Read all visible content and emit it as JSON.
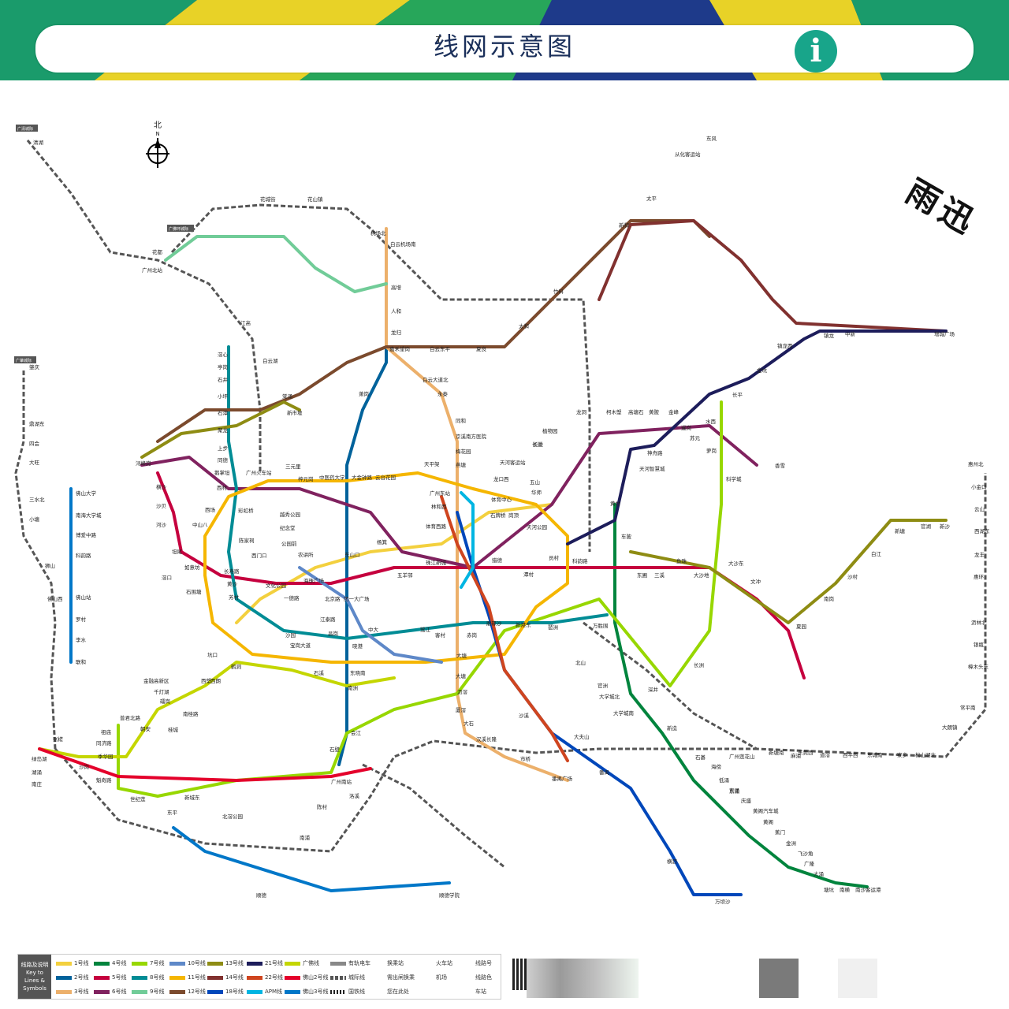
{
  "title": "线网示意图",
  "title_sub": "T",
  "info_icon": "i",
  "watermark": "雨迅",
  "compass": {
    "label": "北",
    "sub": "N"
  },
  "region_tags": [
    "广清城际",
    "广肇城际",
    "广佛环城际"
  ],
  "colors": {
    "line1": "#f3d03e",
    "line2": "#00629b",
    "line3": "#ecb06b",
    "line4": "#00843d",
    "line5": "#c5003e",
    "line6": "#80225f",
    "line7": "#97d700",
    "line8": "#008c95",
    "line9": "#71cc98",
    "line10": "#5e88c8",
    "line11": "#f5b600",
    "line12": "#7b4a2d",
    "line13": "#8e8c13",
    "line14": "#81312f",
    "line18": "#0047ba",
    "line21": "#1d1d5b",
    "line22": "#cf451f",
    "guangfo": "#c4d600",
    "apm": "#00b5e2",
    "intercity": "#555555",
    "banner_blue": "#1e3a8a",
    "banner_green": "#1a9b6b",
    "banner_yellow": "#e8d227"
  },
  "stations": {
    "s1": "清湖",
    "s2": "花都",
    "s3": "广州北站",
    "s4": "花城街",
    "s5": "花山镇",
    "s6": "机场北",
    "s7": "白云机场南",
    "s8": "高增",
    "s9": "人和",
    "s10": "龙归",
    "s11": "嘉禾望岗",
    "s12": "白云东平",
    "s13": "夏良",
    "s14": "太和",
    "s15": "竹料",
    "s16": "镇龙",
    "s17": "中新",
    "s18": "增城广场",
    "s19": "新和",
    "s20": "太平",
    "s21": "从化客运站",
    "s22": "东风",
    "s23": "江高",
    "s24": "白云湖",
    "s25": "广州火车站",
    "s26": "三元里",
    "s27": "梓元岗",
    "s28": "中医药大学",
    "s29": "大金钟路",
    "s30": "云台花园",
    "s31": "天平架",
    "s32": "燕塘",
    "s33": "龙口西",
    "s34": "植物园",
    "s35": "长湴",
    "s36": "天河客运站",
    "s37": "五山",
    "s38": "华师",
    "s39": "体育中心",
    "s40": "石牌桥",
    "s41": "岗顶",
    "s42": "广州东站",
    "s43": "林和西",
    "s44": "天河公园",
    "s45": "科韵路",
    "s46": "员村",
    "s47": "潭村",
    "s48": "猎德",
    "s49": "珠江新城",
    "s50": "体育西路",
    "s51": "杨箕",
    "s52": "五羊邨",
    "s53": "东山口",
    "s54": "农讲所",
    "s55": "公园前",
    "s56": "西门口",
    "s57": "陈家祠",
    "s58": "长寿路",
    "s59": "黄沙",
    "s60": "芳村",
    "s61": "坑口",
    "s62": "西朗",
    "s63": "鹤洞",
    "s64": "沙园",
    "s65": "宝岗大道",
    "s66": "昌岗",
    "s67": "客村",
    "s68": "赤岗",
    "s69": "磨碟沙",
    "s70": "新港东",
    "s71": "琶洲",
    "s72": "万胜围",
    "s73": "黄村",
    "s74": "车陂",
    "s75": "东圃",
    "s76": "三溪",
    "s77": "鱼珠",
    "s78": "大沙地",
    "s79": "大沙东",
    "s80": "文冲",
    "s81": "夏园",
    "s82": "南岗",
    "s83": "沙村",
    "s84": "白江",
    "s85": "新塘",
    "s86": "官湖",
    "s87": "新沙",
    "s88": "苏元",
    "s89": "水西",
    "s90": "萝岗",
    "s91": "香雪",
    "s92": "长平",
    "s93": "金坑",
    "s94": "镇龙西",
    "s95": "科学城",
    "s96": "天河智慧城",
    "s97": "神舟路",
    "s98": "龙洞",
    "s99": "柯木塱",
    "s100": "高塘石",
    "s101": "黄陂",
    "s102": "金峰",
    "s103": "暹岗",
    "s104": "长湴",
    "s105": "大学城南",
    "s106": "大学城北",
    "s107": "官洲",
    "s108": "北山",
    "s109": "长洲",
    "s110": "深井",
    "s111": "新造",
    "s112": "石碁",
    "s113": "海傍",
    "s114": "低涌",
    "s115": "东涌",
    "s116": "庆盛",
    "s117": "黄阁汽车城",
    "s118": "黄阁",
    "s119": "蕉门",
    "s120": "金洲",
    "s121": "飞沙角",
    "s122": "广隆",
    "s123": "大涌",
    "s124": "塘坑",
    "s125": "南横",
    "s126": "南沙客运港",
    "s127": "市桥",
    "s128": "番禺广场",
    "s129": "汉溪长隆",
    "s130": "大石",
    "s131": "厦滘",
    "s132": "沥滘",
    "s133": "大塘",
    "s134": "会江",
    "s135": "石壁",
    "s136": "广州南站",
    "s137": "陈村",
    "s138": "北滘公园",
    "s139": "顺德学院",
    "s140": "顺德",
    "s141": "万顷沙",
    "s142": "横沥",
    "s143": "广州莲花山",
    "s144": "东涌",
    "s145": "沙溪",
    "s146": "新城东",
    "s147": "东平",
    "s148": "世纪莲",
    "s149": "魁奇路",
    "s150": "沙岗",
    "s151": "佛山西",
    "s152": "西塱",
    "s153": "金融高新区",
    "s154": "千灯湖",
    "s155": "礌岗",
    "s156": "桂城",
    "s157": "南桂路",
    "s158": "祖庙",
    "s159": "同济路",
    "s160": "季华园",
    "s161": "普君北路",
    "s162": "朝安",
    "s163": "佛山大学",
    "s164": "南海大学城",
    "s165": "博爱中路",
    "s166": "科韵路",
    "s167": "佛山站",
    "s168": "罗村",
    "s169": "李水",
    "s170": "联和",
    "s171": "肇庆",
    "s172": "鼎湖东",
    "s173": "四会",
    "s174": "大旺",
    "s175": "三水北",
    "s176": "狮山",
    "s177": "小塘",
    "s178": "张槎",
    "s179": "绿岛湖",
    "s180": "湖涌",
    "s181": "南庄",
    "s182": "番禺",
    "s183": "大夫山",
    "s184": "新塘南",
    "s185": "东莞西",
    "s186": "麻涌",
    "s187": "道滘",
    "s188": "西平西",
    "s189": "东城南",
    "s190": "寮步",
    "s191": "松山湖北",
    "s192": "大朗镇",
    "s193": "常平南",
    "s194": "樟木头东",
    "s195": "银瓶",
    "s196": "沥林北",
    "s197": "惠环",
    "s198": "龙丰",
    "s199": "西湖东",
    "s200": "云山",
    "s201": "小金口",
    "s202": "惠州北",
    "s203": "洛溪",
    "s204": "南浦",
    "s205": "石溪",
    "s206": "南洲",
    "s207": "东晓南",
    "s208": "江泰路",
    "s209": "晓港",
    "s210": "中大",
    "s211": "鹭江",
    "s212": "大塘",
    "s213": "北京路",
    "s214": "团一大广场",
    "s215": "海珠广场",
    "s216": "文化公园",
    "s217": "一德路",
    "s218": "越秀公园",
    "s219": "纪念堂",
    "s220": "中山八",
    "s221": "西场",
    "s222": "彩虹桥",
    "s223": "如意坊",
    "s224": "石围塘",
    "s225": "坦尾",
    "s226": "滘口",
    "s227": "河沙",
    "s228": "沙贝",
    "s229": "横沙",
    "s230": "浔峰岗",
    "s231": "西村",
    "s232": "鹅掌坦",
    "s233": "同德",
    "s234": "上步",
    "s235": "聚龙",
    "s236": "石潭",
    "s237": "小坪",
    "s238": "石井",
    "s239": "亭岗",
    "s240": "滘心",
    "s241": "棠涌",
    "s242": "新市墟",
    "s243": "萧岗",
    "s244": "白云大道北",
    "s245": "永泰",
    "s246": "同和",
    "s247": "京溪南方医院",
    "s248": "梅花园"
  },
  "legend": {
    "head": "线路及说明 Key to Lines & Symbols",
    "items": [
      "1号线",
      "2号线",
      "3号线",
      "4号线",
      "5号线",
      "6号线",
      "7号线",
      "8号线",
      "9号线",
      "10号线",
      "11号线",
      "12号线",
      "13号线",
      "14号线",
      "18号线",
      "21号线",
      "22号线",
      "APM线",
      "广佛线",
      "佛山2号线",
      "佛山3号线",
      "有轨电车",
      "城际线",
      "国铁线"
    ],
    "symbols": [
      "换乘站",
      "需出闸换乘",
      "您在此处",
      "火车站",
      "机场",
      "线路号",
      "车站",
      "线路色"
    ]
  }
}
